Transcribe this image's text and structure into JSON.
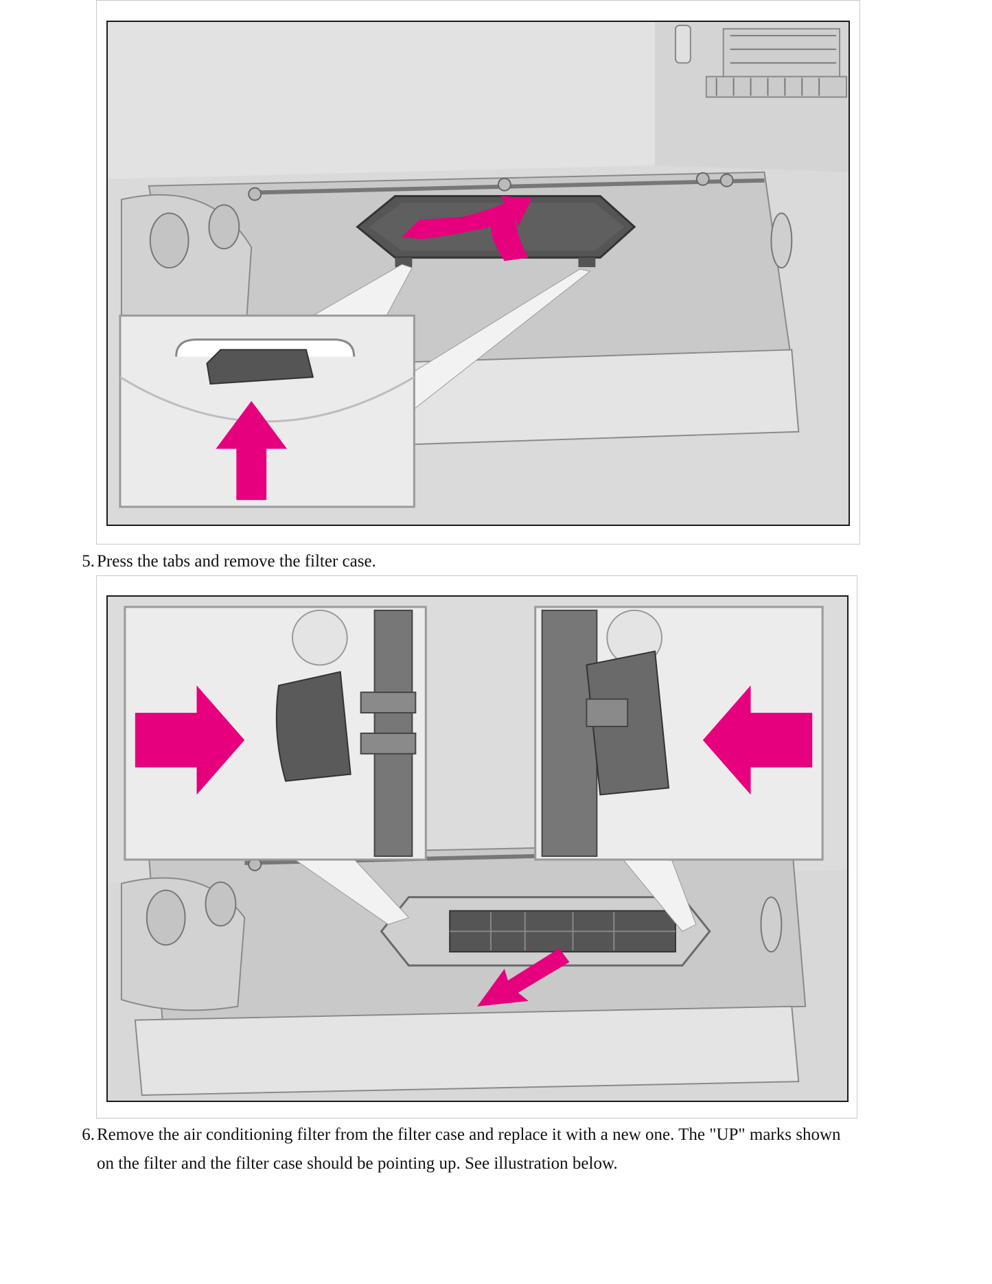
{
  "steps": [
    {
      "number": "5.",
      "text": "Press the tabs and remove the filter case."
    },
    {
      "number": "6.",
      "line1": "Remove the air conditioning filter from the filter case and replace it with a new one. The \"UP\" marks shown",
      "line2": "on the filter and the filter case should be pointing up. See illustration below."
    }
  ],
  "colors": {
    "accent_arrow": "#e6007e",
    "frame_border": "#c8c8c8",
    "illustration_gray": "#d9d9d9"
  }
}
